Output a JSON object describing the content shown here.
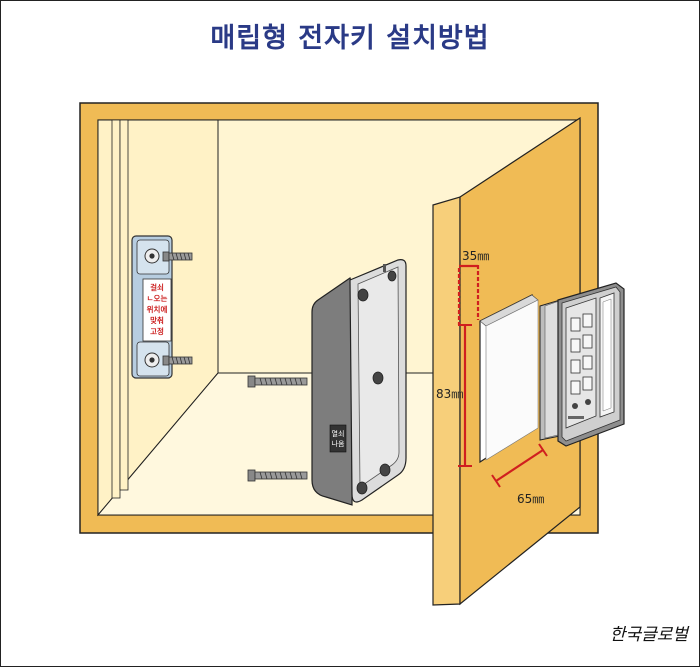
{
  "title": "매립형 전자키 설치방법",
  "strike_plate_label": [
    "걸쇠",
    "ㄴ오는",
    "위치에",
    "맞춰",
    "고정"
  ],
  "lock_body_label": [
    "열쇠",
    "나옴"
  ],
  "dimensions": {
    "width_top": "35㎜",
    "height": "83㎜",
    "depth": "65㎜"
  },
  "logo_text": "한국글로벌",
  "colors": {
    "title": "#2a3a86",
    "wood": "#f0bb55",
    "wood_edge": "#c98f2c",
    "interior": "#fff5d2",
    "metal": "#c7c7c7",
    "dimension_red": "#d01f1f"
  }
}
